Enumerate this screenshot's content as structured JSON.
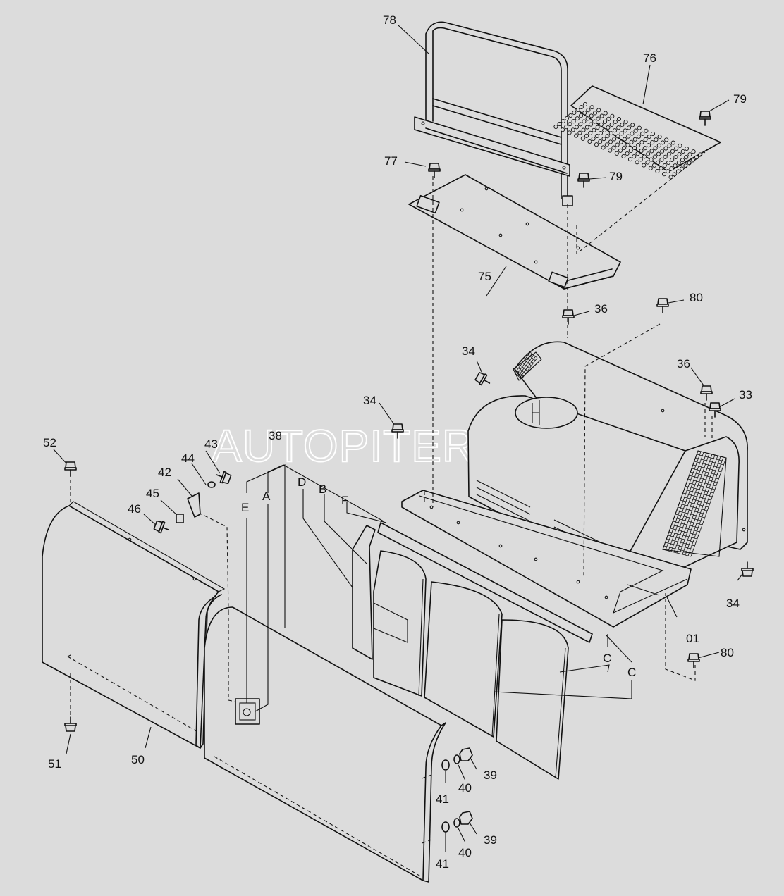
{
  "watermark": "AUTOPITER.RU",
  "parts": {
    "p78": "78",
    "p76": "76",
    "p79a": "79",
    "p79b": "79",
    "p77": "77",
    "p75": "75",
    "p36a": "36",
    "p80a": "80",
    "p34a": "34",
    "p36b": "36",
    "p33": "33",
    "p34b": "34",
    "p38": "38",
    "p52": "52",
    "p43": "43",
    "p44": "44",
    "p42": "42",
    "p45": "45",
    "p46": "46",
    "p34c": "34",
    "p01": "01",
    "p80b": "80",
    "p51": "51",
    "p50": "50",
    "p39a": "39",
    "p40a": "40",
    "p41a": "41",
    "p39b": "39",
    "p40b": "40",
    "p41b": "41"
  },
  "refs": {
    "E": "E",
    "A": "A",
    "D": "D",
    "B": "B",
    "F": "F",
    "C1": "C",
    "C2": "C"
  },
  "icons": {
    "bolt": "hex-flange-bolt-icon",
    "washer": "washer-icon",
    "nut": "hex-nut-icon"
  }
}
